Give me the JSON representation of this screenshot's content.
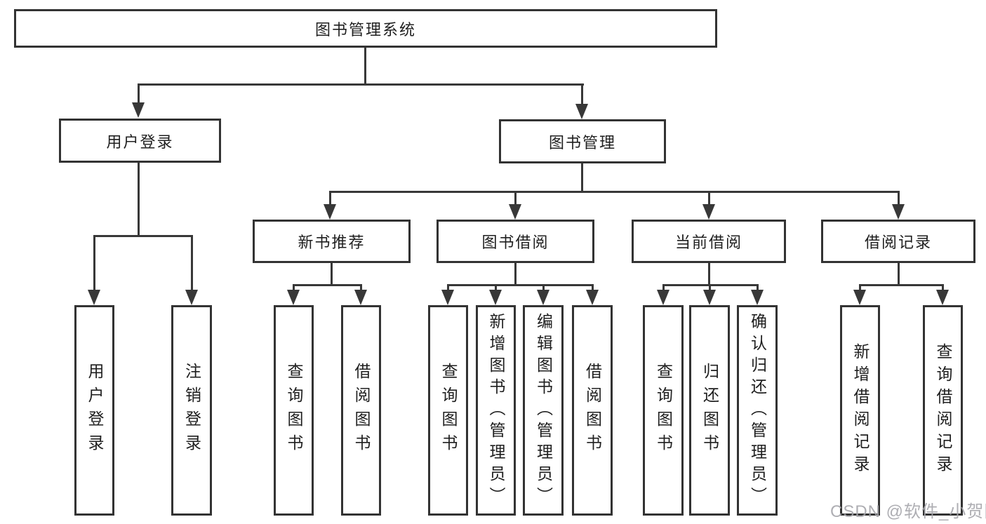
{
  "nodes": {
    "root": "图书管理系统",
    "user_login": "用户登录",
    "book_mgmt": "图书管理",
    "new_book_rec": "新书推荐",
    "book_borrow": "图书借阅",
    "current_borrow": "当前借阅",
    "borrow_record": "借阅记录",
    "leaf_user_login": "用户登录",
    "leaf_logout": "注销登录",
    "leaf_query_book_rec": "查询图书",
    "leaf_borrow_book_rec": "借阅图书",
    "leaf_query_book_bb": "查询图书",
    "leaf_add_book_admin": "新增图书（管理员）",
    "leaf_edit_book_admin": "编辑图书（管理员）",
    "leaf_borrow_book_bb": "借阅图书",
    "leaf_query_book_cb": "查询图书",
    "leaf_return_book": "归还图书",
    "leaf_confirm_return_admin": "确认归还（管理员）",
    "leaf_add_borrow_record": "新增借阅记录",
    "leaf_query_borrow_record": "查询借阅记录"
  },
  "hierarchy": {
    "label": "图书管理系统",
    "children": [
      {
        "label": "用户登录",
        "children": [
          {
            "label": "用户登录"
          },
          {
            "label": "注销登录"
          }
        ]
      },
      {
        "label": "图书管理",
        "children": [
          {
            "label": "新书推荐",
            "children": [
              {
                "label": "查询图书"
              },
              {
                "label": "借阅图书"
              }
            ]
          },
          {
            "label": "图书借阅",
            "children": [
              {
                "label": "查询图书"
              },
              {
                "label": "新增图书（管理员）"
              },
              {
                "label": "编辑图书（管理员）"
              },
              {
                "label": "借阅图书"
              }
            ]
          },
          {
            "label": "当前借阅",
            "children": [
              {
                "label": "查询图书"
              },
              {
                "label": "归还图书"
              },
              {
                "label": "确认归还（管理员）"
              }
            ]
          },
          {
            "label": "借阅记录",
            "children": [
              {
                "label": "新增借阅记录"
              },
              {
                "label": "查询借阅记录"
              }
            ]
          }
        ]
      }
    ]
  },
  "watermark": "CSDN @软件_小贺同学",
  "colors": {
    "line": "#383838",
    "box_border": "#333333",
    "box_fill": "#ffffff",
    "text": "#1f1f1f",
    "watermark": "#a6a6ab"
  }
}
